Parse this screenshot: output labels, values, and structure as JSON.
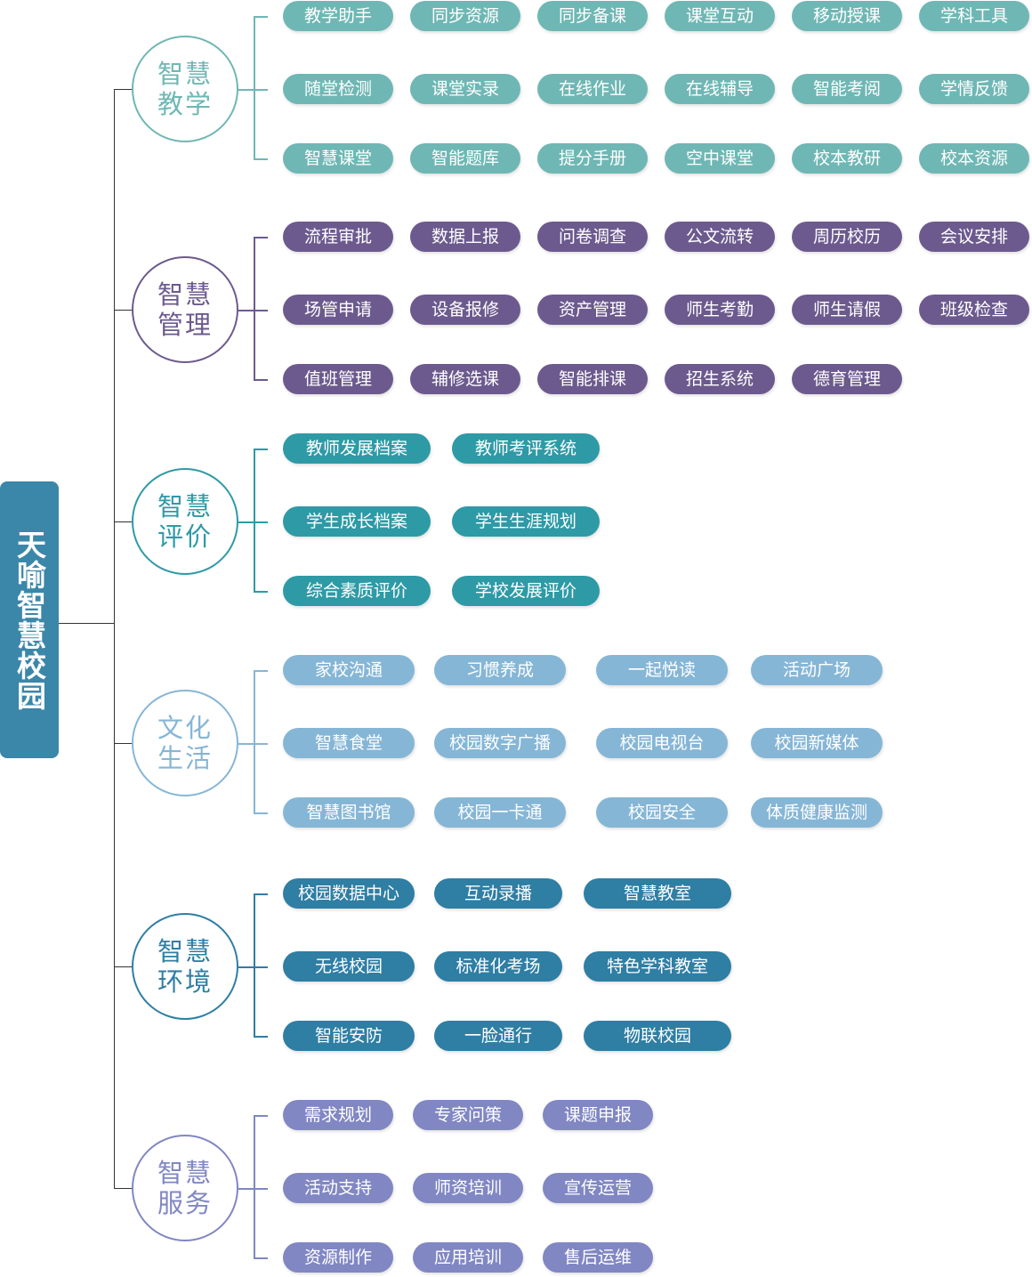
{
  "title": "天喻智慧校园",
  "groups": [
    {
      "name": "智慧教学",
      "color": "#6fb7b4",
      "items": [
        [
          "教学助手",
          "同步资源",
          "同步备课",
          "课堂互动",
          "移动授课",
          "学科工具"
        ],
        [
          "随堂检测",
          "课堂实录",
          "在线作业",
          "在线辅导",
          "智能考阅",
          "学情反馈"
        ],
        [
          "智慧课堂",
          "智能题库",
          "提分手册",
          "空中课堂",
          "校本教研",
          "校本资源"
        ]
      ]
    },
    {
      "name": "智慧管理",
      "color": "#6c5a8e",
      "items": [
        [
          "流程审批",
          "数据上报",
          "问卷调查",
          "公文流转",
          "周历校历",
          "会议安排"
        ],
        [
          "场管申请",
          "设备报修",
          "资产管理",
          "师生考勤",
          "师生请假",
          "班级检查"
        ],
        [
          "值班管理",
          "辅修选课",
          "智能排课",
          "招生系统",
          "德育管理"
        ]
      ]
    },
    {
      "name": "智慧评价",
      "color": "#2e9aa6",
      "items": [
        [
          "教师发展档案",
          "教师考评系统"
        ],
        [
          "学生成长档案",
          "学生生涯规划"
        ],
        [
          "综合素质评价",
          "学校发展评价"
        ]
      ]
    },
    {
      "name": "文化生活",
      "color": "#86b6d6",
      "items": [
        [
          "家校沟通",
          "习惯养成",
          "一起悦读",
          "活动广场"
        ],
        [
          "智慧食堂",
          "校园数字广播",
          "校园电视台",
          "校园新媒体"
        ],
        [
          "智慧图书馆",
          "校园一卡通",
          "校园安全",
          "体质健康监测"
        ]
      ]
    },
    {
      "name": "智慧环境",
      "color": "#2f7ea4",
      "items": [
        [
          "校园数据中心",
          "互动录播",
          "智慧教室"
        ],
        [
          "无线校园",
          "标准化考场",
          "特色学科教室"
        ],
        [
          "智能安防",
          "一脸通行",
          "物联校园"
        ]
      ]
    },
    {
      "name": "智慧服务",
      "color": "#8087c3",
      "items": [
        [
          "需求规划",
          "专家问策",
          "课题申报"
        ],
        [
          "活动支持",
          "师资培训",
          "宣传运营"
        ],
        [
          "资源制作",
          "应用培训",
          "售后运维"
        ]
      ]
    }
  ]
}
